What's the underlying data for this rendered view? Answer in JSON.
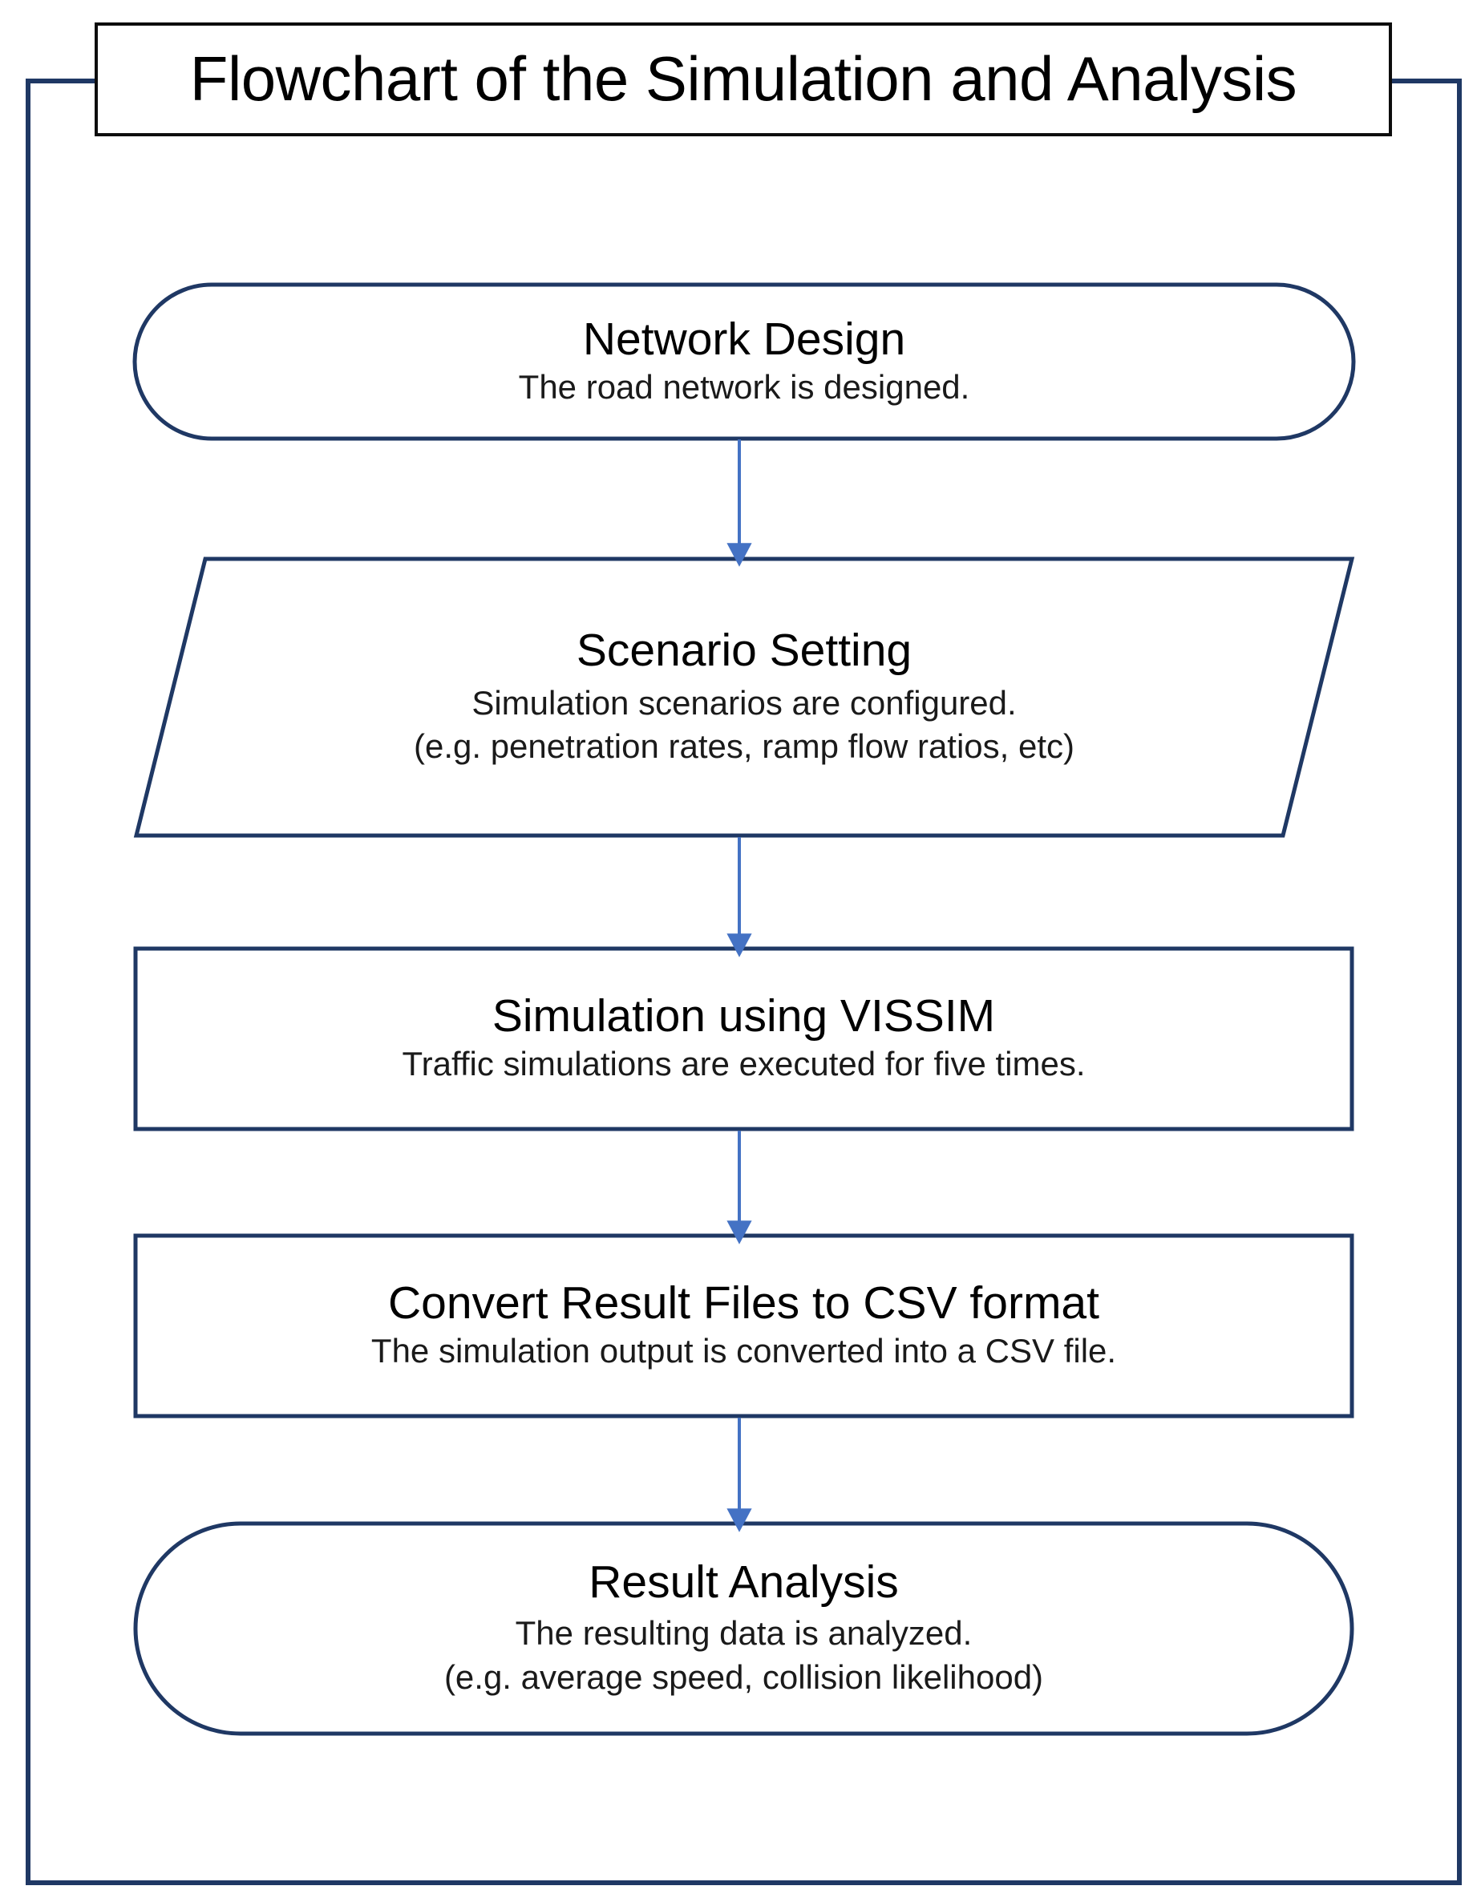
{
  "diagram": {
    "title": "Flowchart of the Simulation and Analysis",
    "frame_color": "#1F3864",
    "shape_border_color": "#1F3864",
    "arrow_color": "#4472C4",
    "title_border_color": "#0D0D0D",
    "background_color": "#FFFFFF"
  },
  "nodes": [
    {
      "id": "network-design",
      "shape": "stadium",
      "title": "Network Design",
      "lines": [
        "The road network is designed."
      ]
    },
    {
      "id": "scenario-setting",
      "shape": "parallelogram",
      "title": "Scenario Setting",
      "lines": [
        "Simulation scenarios are configured.",
        "(e.g. penetration rates, ramp flow ratios, etc)"
      ]
    },
    {
      "id": "simulation-vissim",
      "shape": "rectangle",
      "title": "Simulation using VISSIM",
      "lines": [
        "Traffic simulations are executed for five times."
      ]
    },
    {
      "id": "convert-csv",
      "shape": "rectangle",
      "title": "Convert Result Files to CSV format",
      "lines": [
        "The simulation output is converted into a CSV file."
      ]
    },
    {
      "id": "result-analysis",
      "shape": "stadium",
      "title": "Result Analysis",
      "lines": [
        "The resulting data is analyzed.",
        "(e.g. average speed, collision likelihood)"
      ]
    }
  ],
  "connectors": [
    {
      "id": "arrow-1",
      "from": "network-design",
      "to": "scenario-setting",
      "style": "arrow-down"
    },
    {
      "id": "arrow-2",
      "from": "scenario-setting",
      "to": "simulation-vissim",
      "style": "arrow-down"
    },
    {
      "id": "arrow-3",
      "from": "simulation-vissim",
      "to": "convert-csv",
      "style": "arrow-down"
    },
    {
      "id": "arrow-4",
      "from": "convert-csv",
      "to": "result-analysis",
      "style": "arrow-down"
    }
  ]
}
